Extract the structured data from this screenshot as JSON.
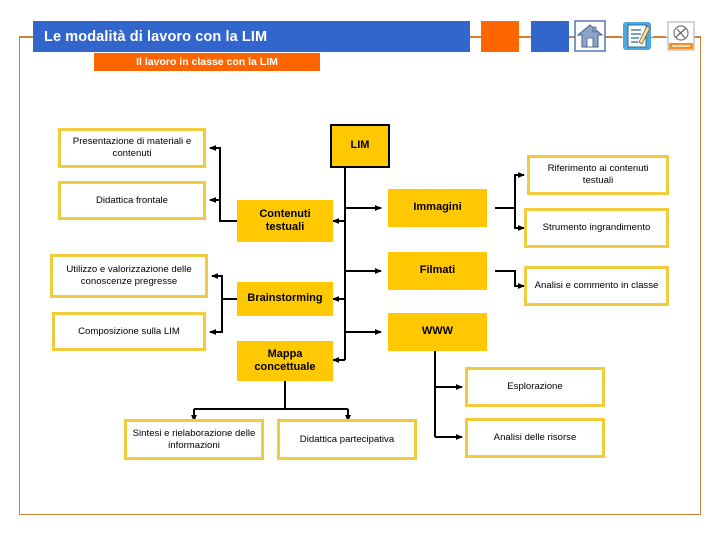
{
  "header": {
    "title": "Le modalità di lavoro con la LIM",
    "subtitle": "Il lavoro in classe con la LIM",
    "swatches": [
      {
        "name": "orange-swatch",
        "color": "#ff6600"
      },
      {
        "name": "blue-swatch",
        "color": "#3366cc"
      }
    ],
    "icons": [
      {
        "name": "home-icon",
        "label": "home"
      },
      {
        "name": "notepad-pencil-icon",
        "label": "notepad"
      },
      {
        "name": "document-logo-icon",
        "label": "document"
      }
    ]
  },
  "colors": {
    "header_blue": "#3366cc",
    "accent_orange": "#ff6600",
    "node_yellow": "#ffc800",
    "node_border_yellow": "#f0cb3c",
    "frame_border": "#cf8236",
    "connector_black": "#000000"
  },
  "diagram": {
    "root": {
      "label": "LIM"
    },
    "branches_left": [
      {
        "label": "Contenuti testuali"
      },
      {
        "label": "Brainstorming"
      },
      {
        "label": "Mappa concettuale"
      }
    ],
    "branches_right": [
      {
        "label": "Immagini"
      },
      {
        "label": "Filmati"
      },
      {
        "label": "WWW"
      }
    ],
    "leaves_left": [
      {
        "label": "Presentazione di materiali e contenuti"
      },
      {
        "label": "Didattica frontale"
      },
      {
        "label": "Utilizzo e valorizzazione delle conoscenze pregresse"
      },
      {
        "label": "Composizione sulla LIM"
      }
    ],
    "leaves_bottom": [
      {
        "label": "Sintesi e rielaborazione delle informazioni"
      },
      {
        "label": "Didattica partecipativa"
      }
    ],
    "leaves_right": [
      {
        "label": "Riferimento ai contenuti testuali"
      },
      {
        "label": "Strumento ingrandimento"
      },
      {
        "label": "Analisi e commento in classe"
      },
      {
        "label": "Esplorazione"
      },
      {
        "label": "Analisi delle risorse"
      }
    ]
  }
}
